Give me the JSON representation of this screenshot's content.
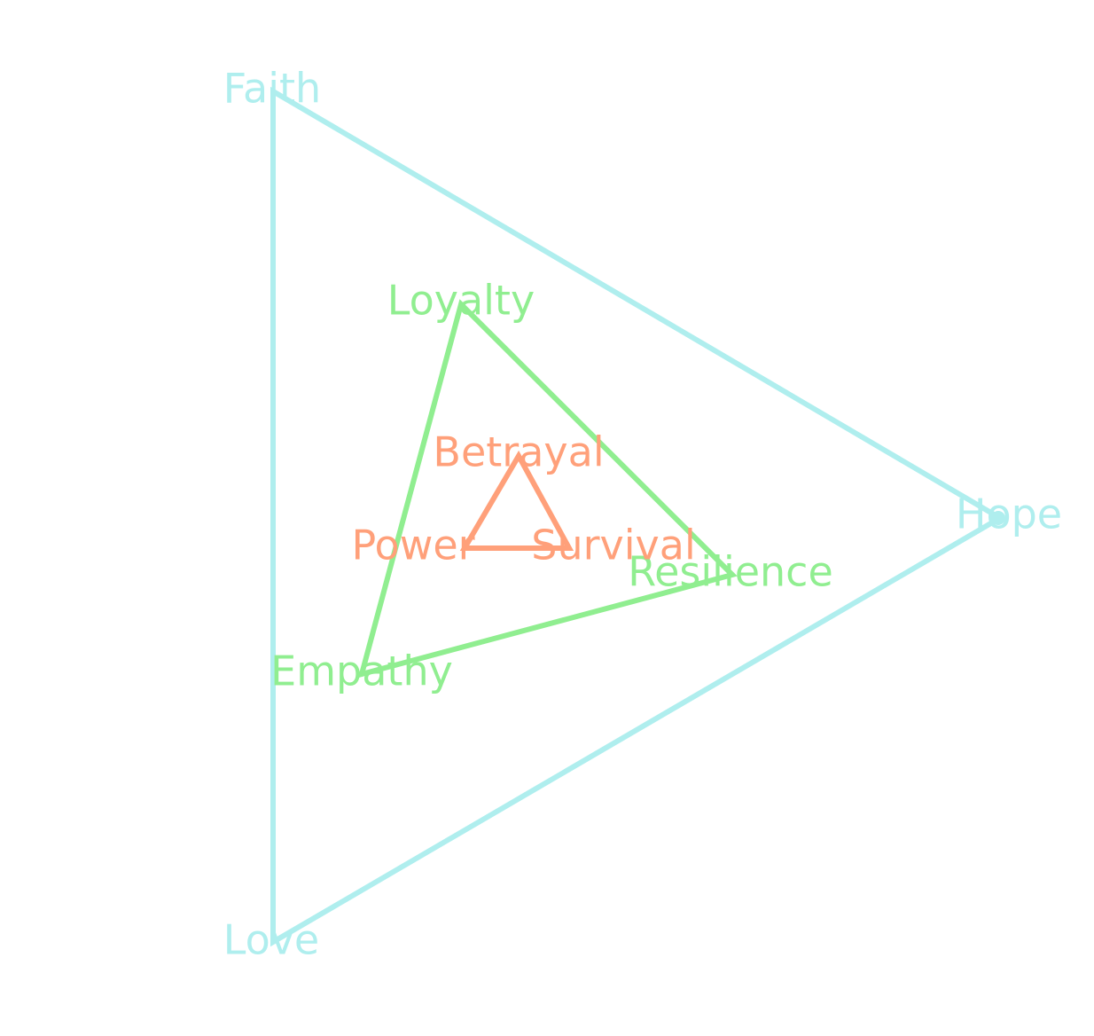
{
  "diagram": {
    "colors": {
      "outer": "#afeeee",
      "middle": "#90ee90",
      "inner": "#ffa07a"
    },
    "outer_triangle": {
      "labels": {
        "faith": "Faith",
        "hope": "Hope",
        "love": "Love"
      }
    },
    "middle_triangle": {
      "labels": {
        "loyalty": "Loyalty",
        "resilience": "Resilience",
        "empathy": "Empathy"
      }
    },
    "inner_triangle": {
      "labels": {
        "betrayal": "Betrayal",
        "survival": "Survival",
        "power": "Power"
      }
    }
  }
}
